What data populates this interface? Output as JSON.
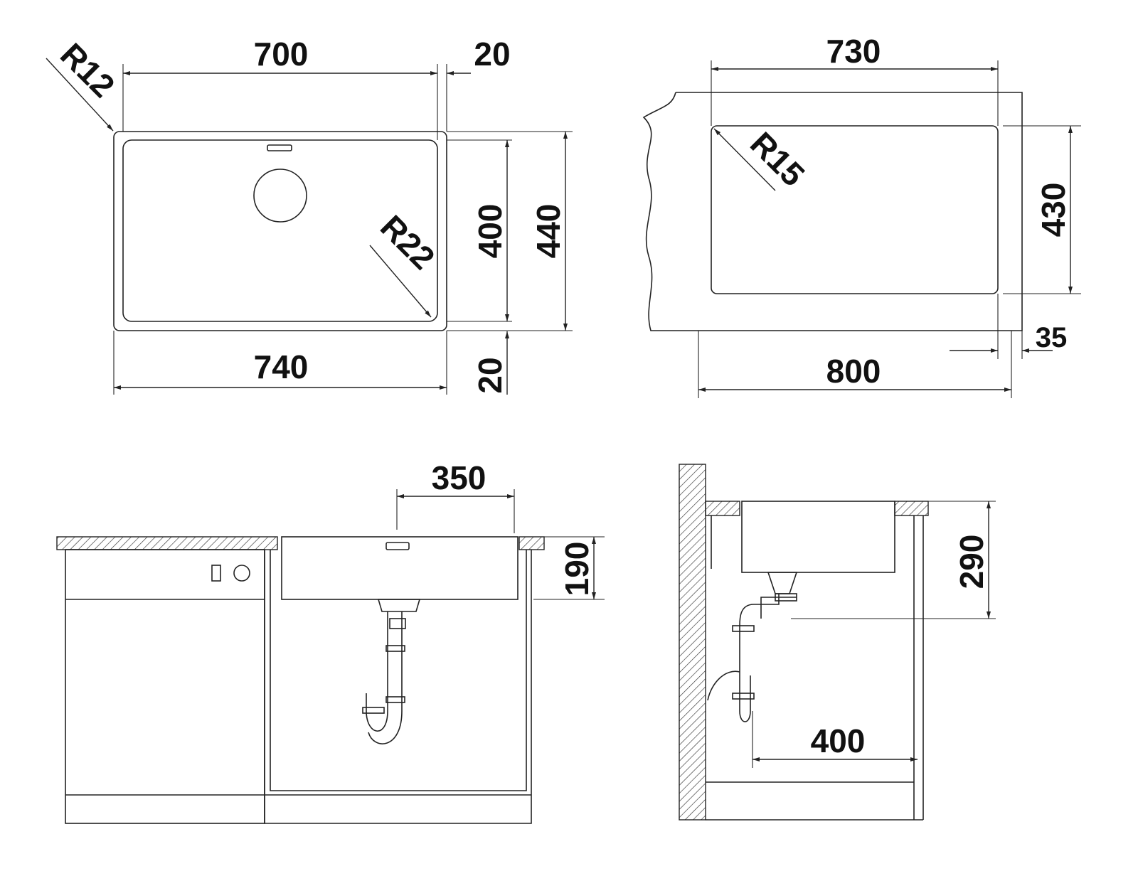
{
  "top_view": {
    "corner_radius_outer": "R12",
    "inner_width": "700",
    "rim_offset_top": "20",
    "inner_depth": "400",
    "outer_depth": "440",
    "corner_radius_inner": "R22",
    "outer_width": "740",
    "rim_offset_bottom": "20"
  },
  "cutout_view": {
    "cutout_width": "730",
    "cutout_radius": "R15",
    "cutout_depth": "430",
    "edge_offset": "35",
    "cabinet_width": "800"
  },
  "front_view": {
    "drain_offset": "350",
    "bowl_depth": "190"
  },
  "side_view": {
    "installation_depth": "290",
    "drain_distance": "400"
  }
}
